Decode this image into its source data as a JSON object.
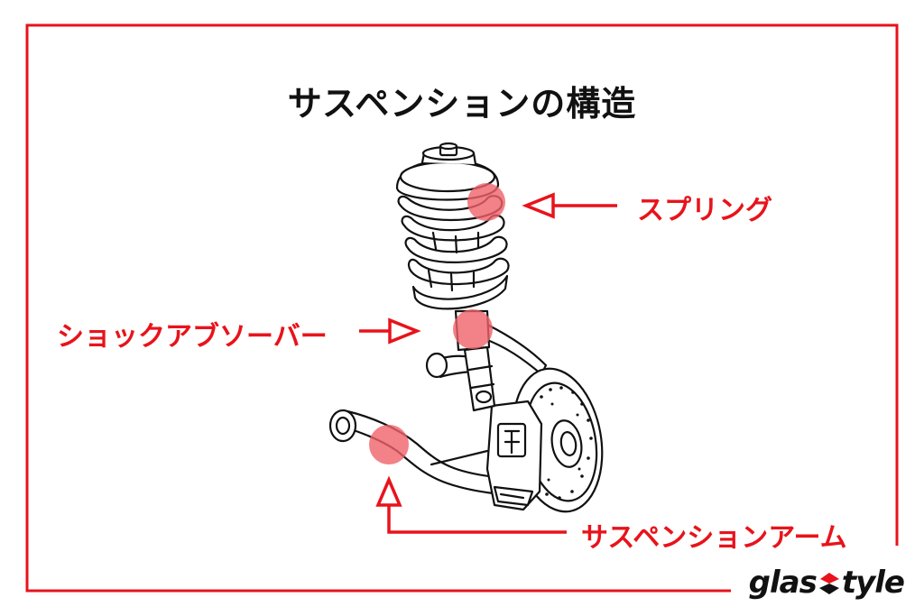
{
  "title": "サスペンションの構造",
  "labels": {
    "spring": "スプリング",
    "shock_absorber": "ショックアブソーバー",
    "suspension_arm": "サスペンションアーム"
  },
  "logo": {
    "left_text": "glas",
    "right_text": "tyle",
    "mark_icon": "s-swoosh-icon"
  },
  "colors": {
    "accent": "#e8131b",
    "highlight": "#f0616a",
    "line_art": "#111111"
  }
}
